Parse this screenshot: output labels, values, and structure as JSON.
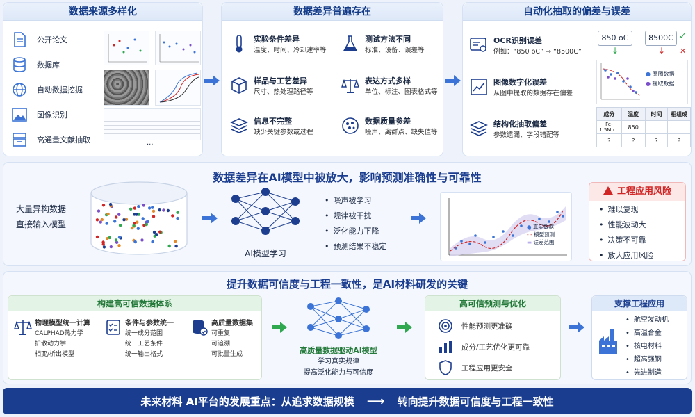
{
  "top": {
    "diversity": {
      "title": "数据来源多样化",
      "items": [
        "公开论文",
        "数据库",
        "自动数据挖掘",
        "图像识别",
        "高通量文献抽取"
      ],
      "more": "..."
    },
    "differences": {
      "title": "数据差异普遍存在",
      "items": [
        {
          "title": "实验条件差异",
          "desc": "温度、时间、冷却速率等"
        },
        {
          "title": "测试方法不同",
          "desc": "标准、设备、误差等"
        },
        {
          "title": "样品与工艺差异",
          "desc": "尺寸、热处理路径等"
        },
        {
          "title": "表达方式多样",
          "desc": "单位、标注、图表格式等"
        },
        {
          "title": "信息不完整",
          "desc": "缺少关键参数或过程"
        },
        {
          "title": "数据质量参差",
          "desc": "噪声、离群点、缺失值等"
        }
      ]
    },
    "extraction": {
      "title": "自动化抽取的偏差与误差",
      "items": [
        {
          "title": "OCR识别误差",
          "desc": "例如：“850 oC” → “8500C”"
        },
        {
          "title": "图像数字化误差",
          "desc": "从图中提取的数据存在偏差"
        },
        {
          "title": "结构化抽取偏差",
          "desc": "参数遗漏、字段错配等"
        }
      ],
      "ocr_good": "850 oC",
      "ocr_bad": "8500C",
      "legend": [
        "原图数据",
        "提取数据"
      ],
      "table_header": [
        "成分",
        "温度",
        "时间",
        "相组成"
      ],
      "table_row1": [
        "Fe-1.5Mn...",
        "850",
        "...",
        "..."
      ],
      "table_row2": [
        "?",
        "?",
        "?",
        "?"
      ]
    }
  },
  "middle": {
    "title": "数据差异在AI模型中被放大，影响预测准确性与可靠性",
    "input_text": [
      "大量异构数据",
      "直接输入模型"
    ],
    "model_label": "AI模型学习",
    "effects": [
      "噪声被学习",
      "规律被干扰",
      "泛化能力下降",
      "预测结果不稳定"
    ],
    "chart_legend": [
      "真实数据",
      "模型预测",
      "误差范围"
    ],
    "risk_title": "工程应用风险",
    "risks": [
      "难以复现",
      "性能波动大",
      "决策不可靠",
      "放大应用风险"
    ]
  },
  "bottom": {
    "title": "提升数据可信度与工程一致性，是AI材料研发的关键",
    "build": {
      "title": "构建高可信数据体系",
      "col1_title": "物理模型统一计算",
      "col1": [
        "CALPHAD热力学",
        "扩散动力学",
        "相变/析出模型"
      ],
      "col2_title": "条件与参数统一",
      "col2": [
        "统一成分范围",
        "统一工艺条件",
        "统一输出格式"
      ],
      "col3_title": "高质量数据集",
      "col3": [
        "可重复",
        "可追溯",
        "可批量生成"
      ]
    },
    "ai_model": {
      "title": "高质量数据驱动AI模型",
      "lines": [
        "学习真实规律",
        "提高泛化能力与可信度"
      ]
    },
    "predict": {
      "title": "高可信预测与优化",
      "items": [
        "性能预测更准确",
        "成分/工艺优化更可靠",
        "工程应用更安全"
      ]
    },
    "support": {
      "title": "支撑工程应用",
      "items": [
        "航空发动机",
        "高温合金",
        "核电材料",
        "超高强钢",
        "先进制造"
      ]
    }
  },
  "footer": {
    "left": "未来材料 AI平台的发展重点：从追求数据规模",
    "arrow": "⟶",
    "right": "转向提升数据可信度与工程一致性"
  },
  "colors": {
    "navy": "#1a3d8f",
    "green": "#2fa84f",
    "red": "#d02626",
    "blue": "#3b74d6"
  }
}
